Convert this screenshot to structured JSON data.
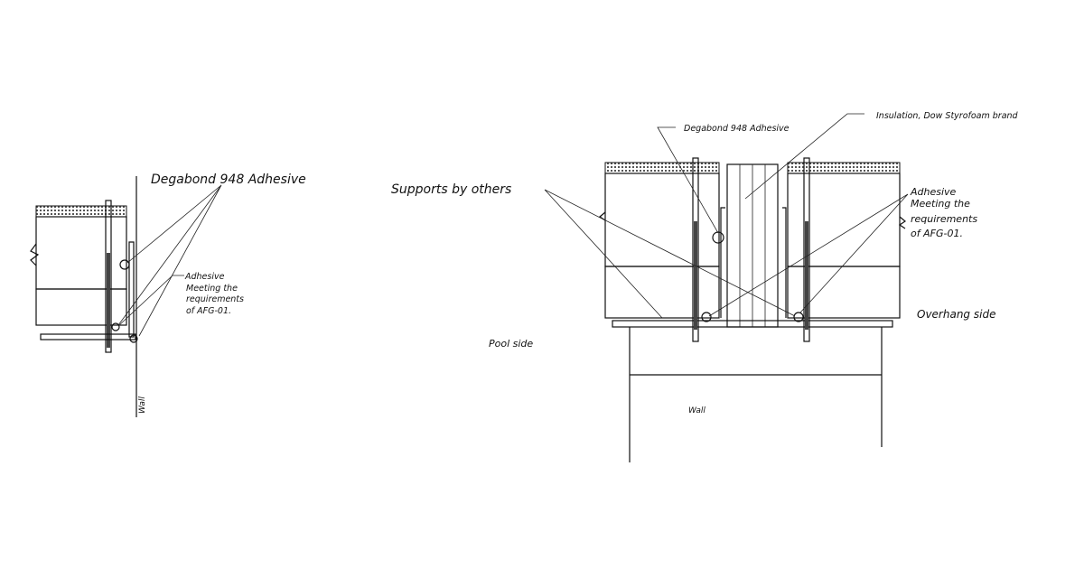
{
  "left_detail": {
    "adhesive_label": "Degabond 948 Adhesive",
    "afg_label": [
      "Adhesive",
      "Meeting the",
      "requirements",
      "of AFG-01."
    ],
    "wall_label": "Wall"
  },
  "right_detail": {
    "adhesive_label": "Degabond 948 Adhesive",
    "insulation_label": "Insulation, Dow Styrofoam brand",
    "supports_label": "Supports by others",
    "afg_label": [
      "Adhesive",
      "Meeting the",
      "requirements",
      "of AFG-01."
    ],
    "pool_side_label": "Pool side",
    "overhang_side_label": "Overhang side",
    "wall_label": "Wall"
  }
}
